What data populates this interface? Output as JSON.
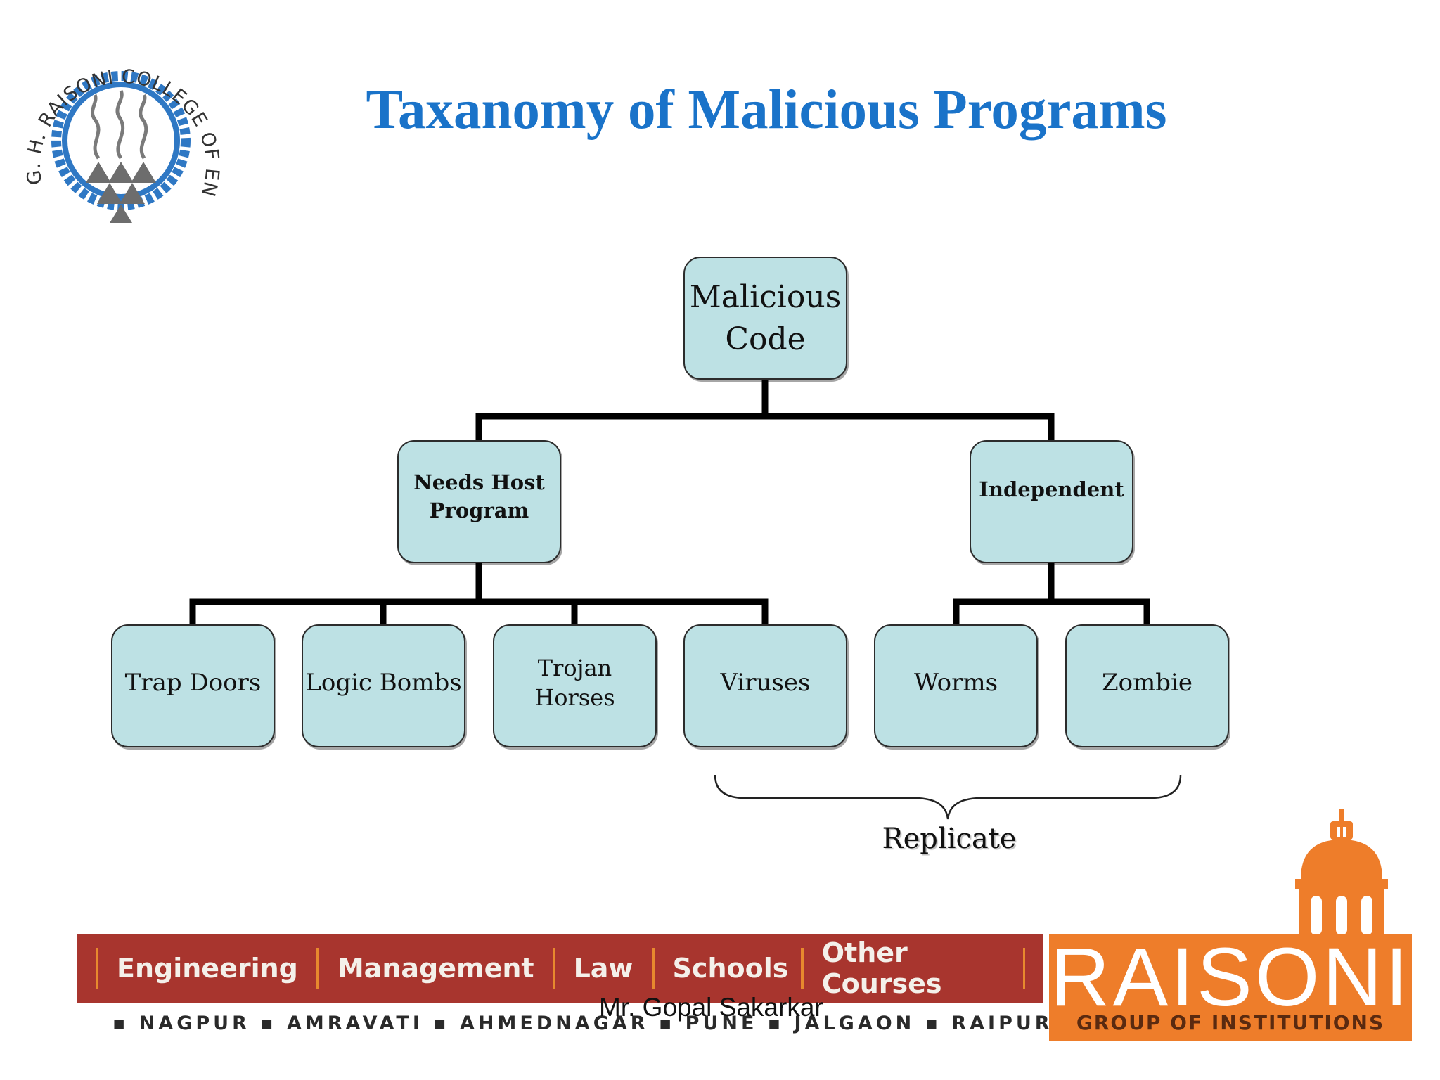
{
  "slide": {
    "title": "Taxanomy of Malicious Programs",
    "author": "Mr. Gopal Sakarkar"
  },
  "college_logo": {
    "text": "G. H. RAISONI COLLEGE OF ENGINEERING",
    "ring_color": "#2f78c4"
  },
  "diagram": {
    "root": {
      "line1": "Malicious",
      "line2": "Code"
    },
    "categories": [
      {
        "line1": "Needs Host",
        "line2": "Program"
      },
      {
        "line1": "Independent",
        "line2": ""
      }
    ],
    "leaves": [
      "Trap Doors",
      "Logic Bombs",
      "Trojan Horses",
      "Viruses",
      "Worms",
      "Zombie"
    ],
    "brace_label": "Replicate",
    "box_color": "#bde1e4"
  },
  "footer": {
    "courses": [
      "Engineering",
      "Management",
      "Law",
      "Schools",
      "Other Courses"
    ],
    "cities": "▪ NAGPUR ▪ AMRAVATI ▪ AHMEDNAGAR ▪ PUNE ▪ JALGAON ▪ RAIPUR ▪",
    "banner_color": "#a8352e",
    "separator_color": "#e7892e"
  },
  "group_logo": {
    "name": "RAISONI",
    "subtitle": "GROUP OF INSTITUTIONS",
    "color": "#ee7d2a"
  }
}
